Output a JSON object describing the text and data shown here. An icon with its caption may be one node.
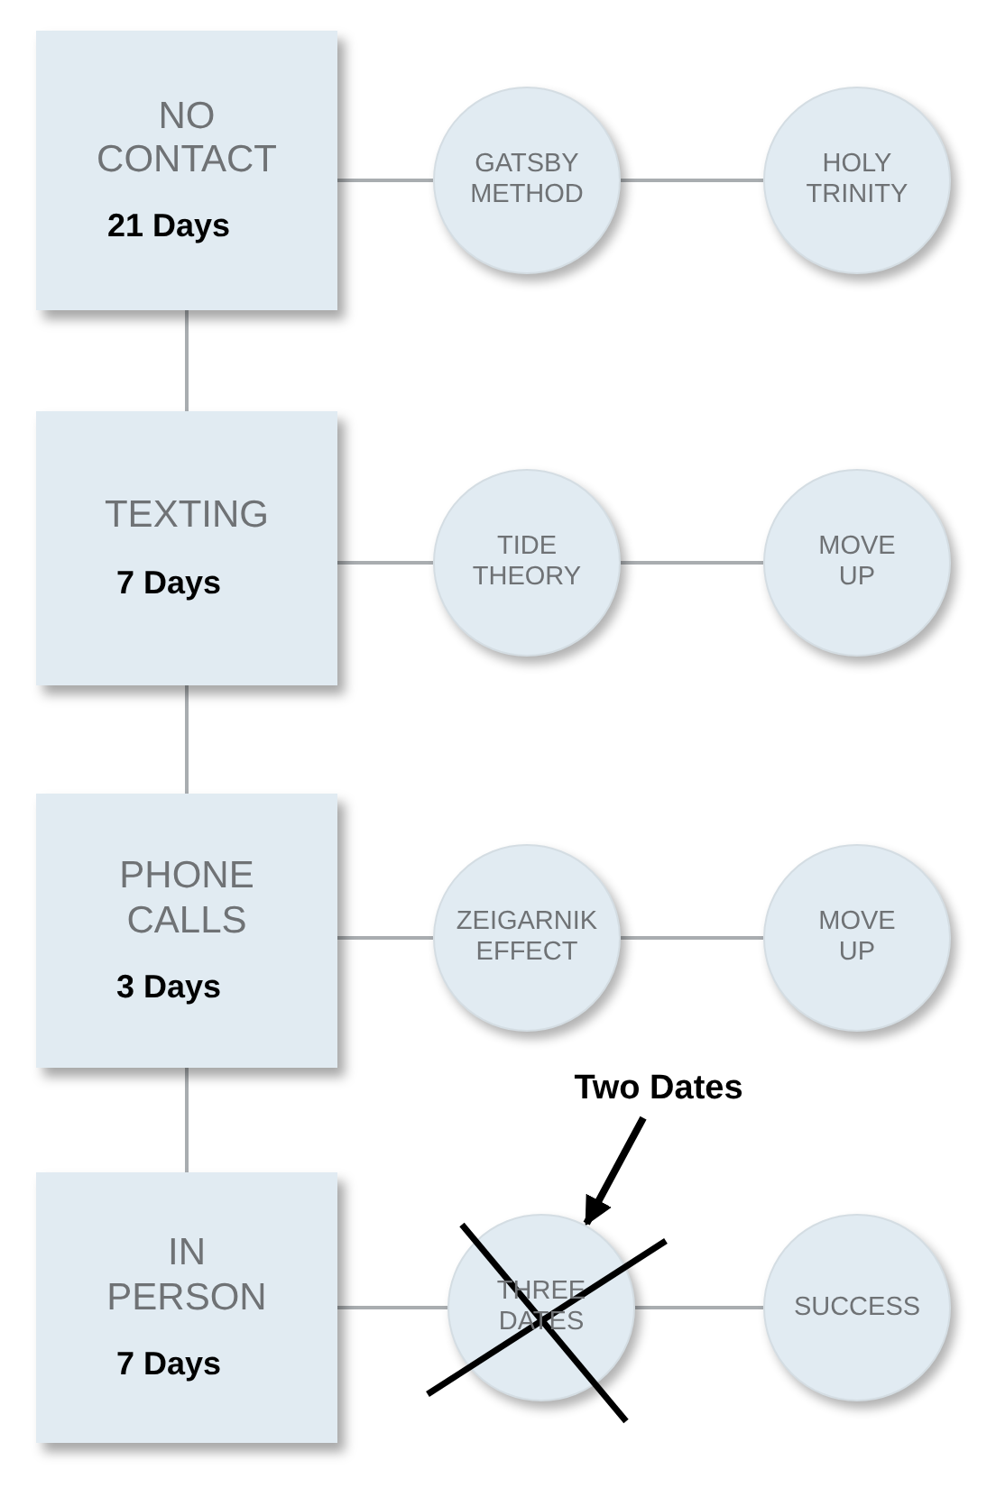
{
  "diagram": {
    "nodes": [
      {
        "text": [
          "NO CONTACT",
          "21 Days"
        ]
      },
      {
        "text": [
          "GATSBY METHOD"
        ]
      },
      {
        "text": [
          "HOLY TRINITY"
        ]
      },
      {
        "text": [
          "TEXTING",
          "7 Days"
        ]
      },
      {
        "text": [
          "TIDE THEORY"
        ]
      },
      {
        "text": [
          "MOVE UP"
        ]
      },
      {
        "text": [
          "PHONE CALLS",
          "3 Days"
        ]
      },
      {
        "text": [
          "ZEIGARNIK EFFECT"
        ]
      },
      {
        "text": [
          "MOVE UP"
        ]
      },
      {
        "text": [
          "Two Dates"
        ]
      },
      {
        "text": [
          "IN PERSON",
          "7 Days"
        ]
      },
      {
        "text": [
          "THREE DATES"
        ]
      },
      {
        "text": [
          "SUCCESS"
        ]
      }
    ],
    "edges": [
      {
        "from": 0,
        "to": 1,
        "arrow": "none"
      },
      {
        "from": 1,
        "to": 2,
        "arrow": "none"
      },
      {
        "from": 0,
        "to": 3,
        "arrow": "none"
      },
      {
        "from": 3,
        "to": 4,
        "arrow": "none"
      },
      {
        "from": 4,
        "to": 5,
        "arrow": "none"
      },
      {
        "from": 3,
        "to": 6,
        "arrow": "none"
      },
      {
        "from": 6,
        "to": 7,
        "arrow": "none"
      },
      {
        "from": 7,
        "to": 8,
        "arrow": "none"
      },
      {
        "from": 6,
        "to": 10,
        "arrow": "none"
      },
      {
        "from": 10,
        "to": 11,
        "arrow": "none"
      },
      {
        "from": 11,
        "to": 12,
        "arrow": "none"
      },
      {
        "from": 9,
        "to": 11,
        "arrow": "to",
        "style": "thick",
        "color": "#000000"
      }
    ]
  }
}
